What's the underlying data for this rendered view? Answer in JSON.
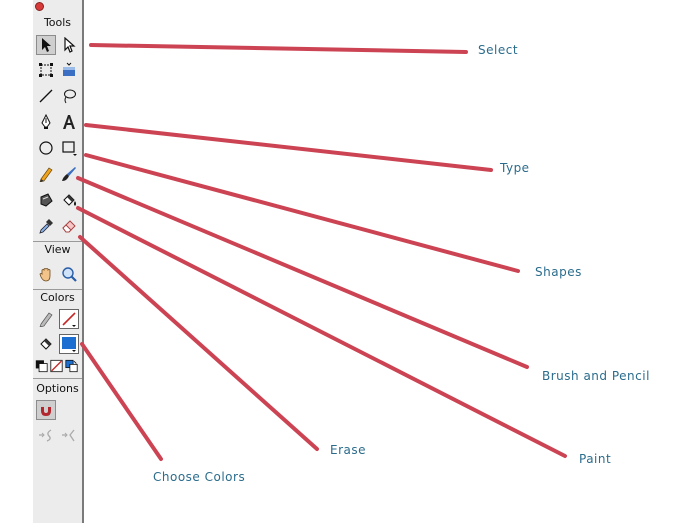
{
  "toolbar": {
    "sections": {
      "tools": "Tools",
      "view": "View",
      "colors": "Colors",
      "options": "Options"
    }
  },
  "callouts": {
    "select": "Select",
    "type": "Type",
    "shapes": "Shapes",
    "brush_pencil": "Brush and Pencil",
    "erase": "Erase",
    "paint": "Paint",
    "choose_colors": "Choose Colors"
  },
  "colors": {
    "callout_line": "#cc4453",
    "callout_text": "#2b6c8c",
    "fill_swatch": "#1c6fd1",
    "magnet": "#b3262d"
  },
  "icons": [
    "arrow-icon",
    "subselect-icon",
    "free-transform-icon",
    "gradient-transform-icon",
    "line-icon",
    "lasso-icon",
    "pen-icon",
    "text-icon",
    "oval-icon",
    "rectangle-icon",
    "pencil-icon",
    "brush-icon",
    "ink-bottle-icon",
    "paint-bucket-icon",
    "eyedropper-icon",
    "eraser-icon",
    "hand-icon",
    "zoom-icon",
    "stroke-color-icon",
    "fill-color-icon",
    "black-white-icon",
    "no-color-icon",
    "swap-colors-icon",
    "snap-magnet-icon",
    "smooth-icon",
    "straighten-icon"
  ]
}
